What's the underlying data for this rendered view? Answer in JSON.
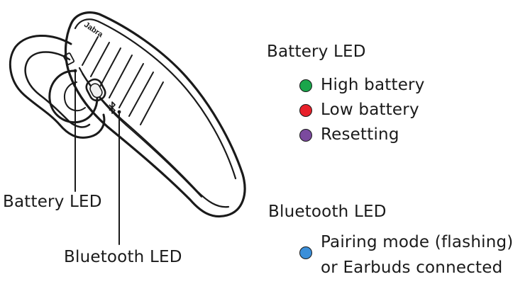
{
  "device": {
    "brand_logo": "Jabra"
  },
  "callouts": {
    "battery_led": "Battery LED",
    "bluetooth_led": "Bluetooth LED"
  },
  "legend": {
    "battery": {
      "title": "Battery LED",
      "items": [
        {
          "label": "High battery",
          "color": "#1aa64b"
        },
        {
          "label": "Low battery",
          "color": "#e8202a"
        },
        {
          "label": "Resetting",
          "color": "#7b4a9e"
        }
      ]
    },
    "bluetooth": {
      "title": "Bluetooth LED",
      "items": [
        {
          "label_line1": "Pairing mode (flashing)",
          "label_line2": "or Earbuds connected",
          "color": "#3b8fd9"
        }
      ]
    }
  }
}
